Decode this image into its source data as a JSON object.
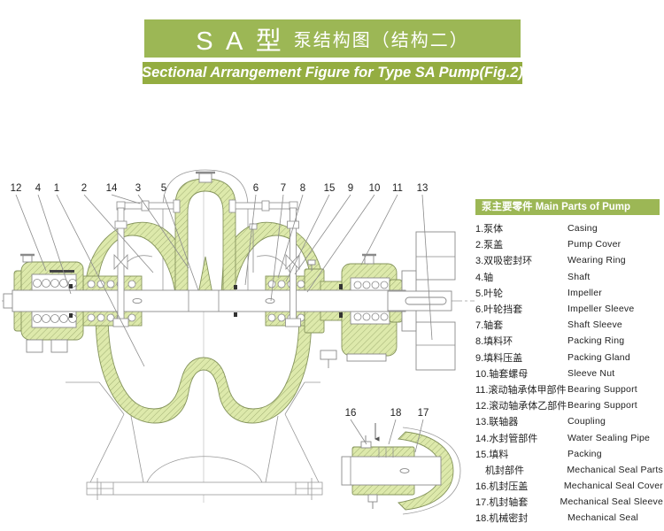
{
  "header": {
    "model": "S A 型",
    "title_cn": "泵结构图（结构二）",
    "subtitle_en": "Sectional Arrangement Figure for Type SA Pump(Fig.2)"
  },
  "colors": {
    "bar_green": "#9cb755",
    "subtitle_green": "#94ad41",
    "casing_fill": "#dde9ab",
    "hatch_line": "#a2b074",
    "outline_gray": "#8a8a8a"
  },
  "diagram": {
    "top_callouts": [
      "12",
      "4",
      "1",
      "2",
      "14",
      "3",
      "5",
      "6",
      "7",
      "8",
      "15",
      "9",
      "10",
      "11",
      "13"
    ],
    "detail_callouts": [
      "16",
      "18",
      "17"
    ]
  },
  "parts_table": {
    "header": "泵主要零件 Main Parts of Pump",
    "rows": [
      {
        "cn": "1.泵体",
        "en": "Casing",
        "indent": false
      },
      {
        "cn": "2.泵盖",
        "en": "Pump Cover",
        "indent": false
      },
      {
        "cn": "3.双吸密封环",
        "en": "Wearing Ring",
        "indent": false
      },
      {
        "cn": "4.轴",
        "en": "Shaft",
        "indent": false
      },
      {
        "cn": "5.叶轮",
        "en": "Impeller",
        "indent": false
      },
      {
        "cn": "6.叶轮挡套",
        "en": "Impeller Sleeve",
        "indent": false
      },
      {
        "cn": "7.轴套",
        "en": "Shaft Sleeve",
        "indent": false
      },
      {
        "cn": "8.填料环",
        "en": "Packing Ring",
        "indent": false
      },
      {
        "cn": "9.填料压盖",
        "en": "Packing Gland",
        "indent": false
      },
      {
        "cn": "10.轴套螺母",
        "en": "Sleeve Nut",
        "indent": false
      },
      {
        "cn": "11.滚动轴承体甲部件",
        "en": "Bearing Support",
        "indent": false
      },
      {
        "cn": "12.滚动轴承体乙部件",
        "en": "Bearing Support",
        "indent": false
      },
      {
        "cn": "13.联轴器",
        "en": "Coupling",
        "indent": false
      },
      {
        "cn": "14.水封管部件",
        "en": "Water Sealing Pipe",
        "indent": false
      },
      {
        "cn": "15.填料",
        "en": "Packing",
        "indent": false
      },
      {
        "cn": "机封部件",
        "en": "Mechanical Seal Parts",
        "indent": true
      },
      {
        "cn": "16.机封压盖",
        "en": "Mechanical Seal Cover",
        "indent": false
      },
      {
        "cn": "17.机封轴套",
        "en": "Mechanical Seal Sleeve",
        "indent": false
      },
      {
        "cn": "18.机械密封",
        "en": "Mechanical Seal",
        "indent": false
      }
    ]
  }
}
